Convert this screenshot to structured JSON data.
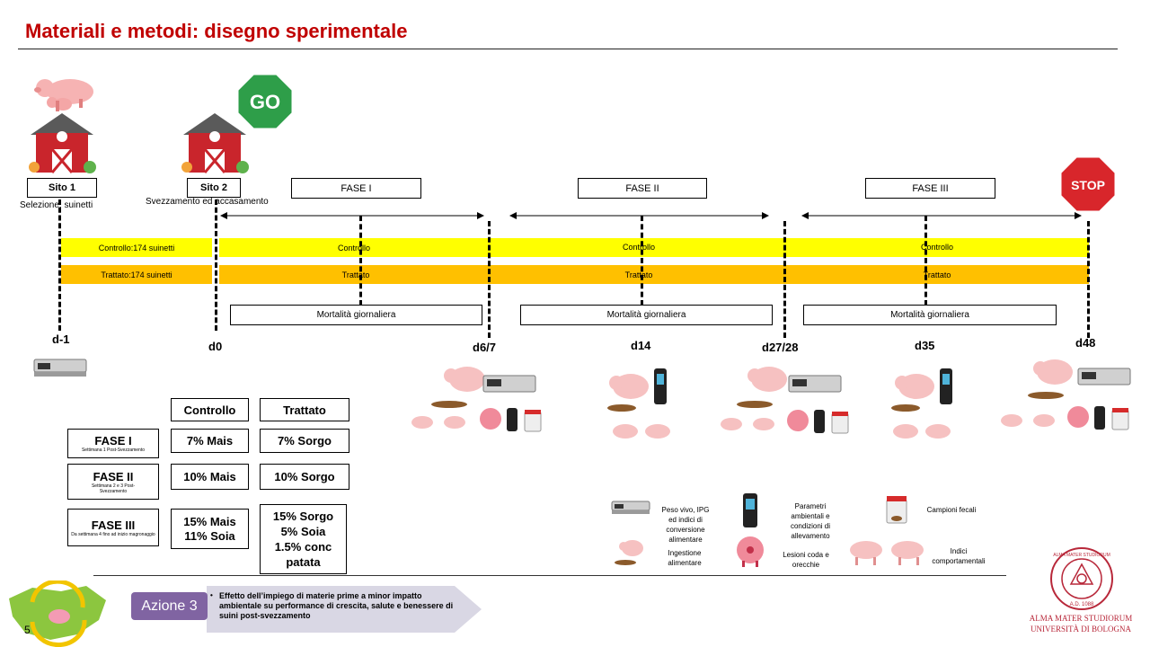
{
  "title": "Materiali e metodi: disegno sperimentale",
  "sites": {
    "sito1": "Sito 1",
    "sito1_caption": "Selezione: suinetti",
    "sito2": "Sito 2",
    "sito2_caption": "Svezzamento ed accasamento"
  },
  "go_label": "GO",
  "stop_label": "STOP",
  "phases": [
    "FASE I",
    "FASE II",
    "FASE III"
  ],
  "bands": {
    "controllo_left": "Controllo:174 suinetti",
    "trattato_left": "Trattato:174 suinetti",
    "controllo": "Controllo",
    "trattato": "Trattato"
  },
  "mortality": "Mortalità giornaliera",
  "days": [
    "d-1",
    "d0",
    "d6/7",
    "d14",
    "d27/28",
    "d35",
    "d48"
  ],
  "table": {
    "headers": [
      "Controllo",
      "Trattato"
    ],
    "rows": [
      {
        "phase": "FASE I",
        "sub": "Settimana 1 Post-Svezzamento",
        "controllo": "7% Mais",
        "trattato": "7% Sorgo"
      },
      {
        "phase": "FASE II",
        "sub": "Settimana 2 e 3 Post-Svezzamento",
        "controllo": "10% Mais",
        "trattato": "10% Sorgo"
      },
      {
        "phase": "FASE III",
        "sub": "Da settimana 4 fino ad inizio magronaggio",
        "controllo": "15% Mais\n11% Soia",
        "trattato": "15% Sorgo\n5% Soia\n1.5% conc\npatata"
      }
    ]
  },
  "legend": {
    "peso": "Peso vivo, IPG\ned indici di\nconversione\nalimentare",
    "parametri": "Parametri\nambientali e\ncondizioni di\nallevamento",
    "campioni": "Campioni fecali",
    "ingestione": "Ingestione\nalimentare",
    "lesioni": "Lesioni coda e\norecchie",
    "indici": "Indici\ncomportamentali"
  },
  "azione": {
    "label": "Azione 3",
    "text": "Effetto dell’impiego di materie prime a minor impatto ambientale su performance di crescita, salute e benessere di suini post-svezzamento"
  },
  "page_number": "5",
  "university": {
    "line1": "ALMA MATER STUDIORUM",
    "line2": "UNIVERSITÀ DI BOLOGNA",
    "seal_text": "ALMA MATER STUDIORUM",
    "seal_year": "A.D. 1088"
  },
  "colors": {
    "title_red": "#c00000",
    "yellow": "#ffff00",
    "orange": "#ffc000",
    "azione_purple": "#8064a2",
    "go_green": "#2e9e49",
    "stop_red": "#d8262b"
  }
}
